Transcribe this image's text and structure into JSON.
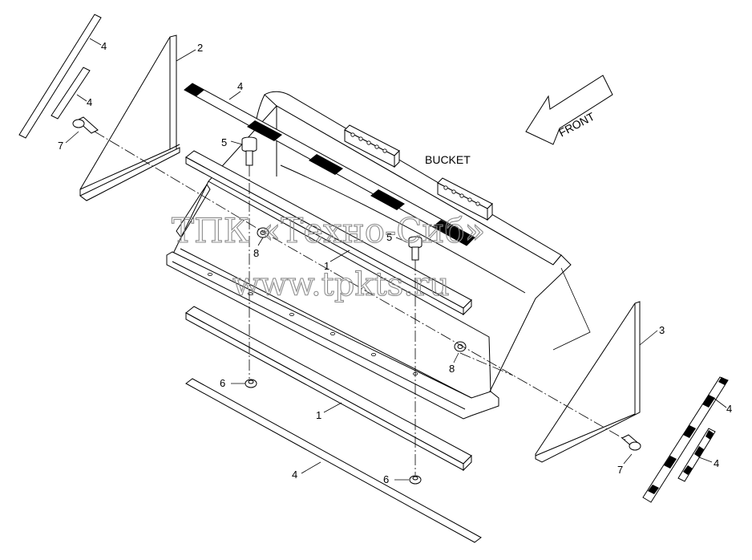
{
  "diagram": {
    "callouts": {
      "c1a": "1",
      "c1b": "1",
      "c2": "2",
      "c3": "3",
      "c4a": "4",
      "c4b": "4",
      "c4c": "4",
      "c4d": "4",
      "c4e": "4",
      "c4f": "4",
      "c5a": "5",
      "c5b": "5",
      "c6a": "6",
      "c6b": "6",
      "c7a": "7",
      "c7b": "7",
      "c8a": "8",
      "c8b": "8"
    },
    "bucket_label": "BUCKET",
    "front_label": "FRONT",
    "watermark_line1": "ТПК «Техно-Сиб»",
    "watermark_line2": "www.tpkts.ru"
  }
}
